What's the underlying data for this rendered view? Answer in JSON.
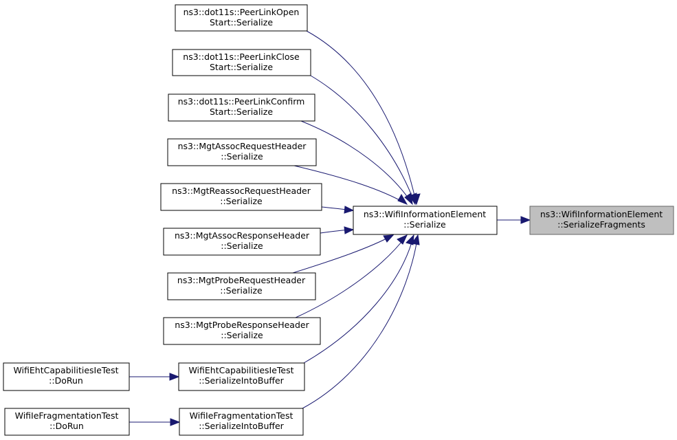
{
  "graph": {
    "nodes": [
      {
        "id": "peer-link-open",
        "line1": "ns3::dot11s::PeerLinkOpen",
        "line2": "Start::Serialize"
      },
      {
        "id": "peer-link-close",
        "line1": "ns3::dot11s::PeerLinkClose",
        "line2": "Start::Serialize"
      },
      {
        "id": "peer-link-confirm",
        "line1": "ns3::dot11s::PeerLinkConfirm",
        "line2": "Start::Serialize"
      },
      {
        "id": "mgt-assoc-request",
        "line1": "ns3::MgtAssocRequestHeader",
        "line2": "::Serialize"
      },
      {
        "id": "mgt-reassoc-request",
        "line1": "ns3::MgtReassocRequestHeader",
        "line2": "::Serialize"
      },
      {
        "id": "mgt-assoc-response",
        "line1": "ns3::MgtAssocResponseHeader",
        "line2": "::Serialize"
      },
      {
        "id": "mgt-probe-request",
        "line1": "ns3::MgtProbeRequestHeader",
        "line2": "::Serialize"
      },
      {
        "id": "mgt-probe-response",
        "line1": "ns3::MgtProbeResponseHeader",
        "line2": "::Serialize"
      },
      {
        "id": "eht-serialize-into-buffer",
        "line1": "WifiEhtCapabilitiesIeTest",
        "line2": "::SerializeIntoBuffer"
      },
      {
        "id": "frag-serialize-into-buffer",
        "line1": "WifiIeFragmentationTest",
        "line2": "::SerializeIntoBuffer"
      },
      {
        "id": "eht-do-run",
        "line1": "WifiEhtCapabilitiesIeTest",
        "line2": "::DoRun"
      },
      {
        "id": "frag-do-run",
        "line1": "WifiIeFragmentationTest",
        "line2": "::DoRun"
      },
      {
        "id": "wie-serialize",
        "line1": "ns3::WifiInformationElement",
        "line2": "::Serialize"
      },
      {
        "id": "wie-serialize-fragments",
        "line1": "ns3::WifiInformationElement",
        "line2": "::SerializeFragments"
      }
    ],
    "edges": [
      {
        "from": "peer-link-open",
        "to": "wie-serialize"
      },
      {
        "from": "peer-link-close",
        "to": "wie-serialize"
      },
      {
        "from": "peer-link-confirm",
        "to": "wie-serialize"
      },
      {
        "from": "mgt-assoc-request",
        "to": "wie-serialize"
      },
      {
        "from": "mgt-reassoc-request",
        "to": "wie-serialize"
      },
      {
        "from": "mgt-assoc-response",
        "to": "wie-serialize"
      },
      {
        "from": "mgt-probe-request",
        "to": "wie-serialize"
      },
      {
        "from": "mgt-probe-response",
        "to": "wie-serialize"
      },
      {
        "from": "eht-serialize-into-buffer",
        "to": "wie-serialize"
      },
      {
        "from": "frag-serialize-into-buffer",
        "to": "wie-serialize"
      },
      {
        "from": "eht-do-run",
        "to": "eht-serialize-into-buffer"
      },
      {
        "from": "frag-do-run",
        "to": "frag-serialize-into-buffer"
      },
      {
        "from": "wie-serialize",
        "to": "wie-serialize-fragments"
      }
    ],
    "colors": {
      "edge": "#191970",
      "focus_fill": "#bfbfbf",
      "focus_stroke": "#666666"
    }
  }
}
